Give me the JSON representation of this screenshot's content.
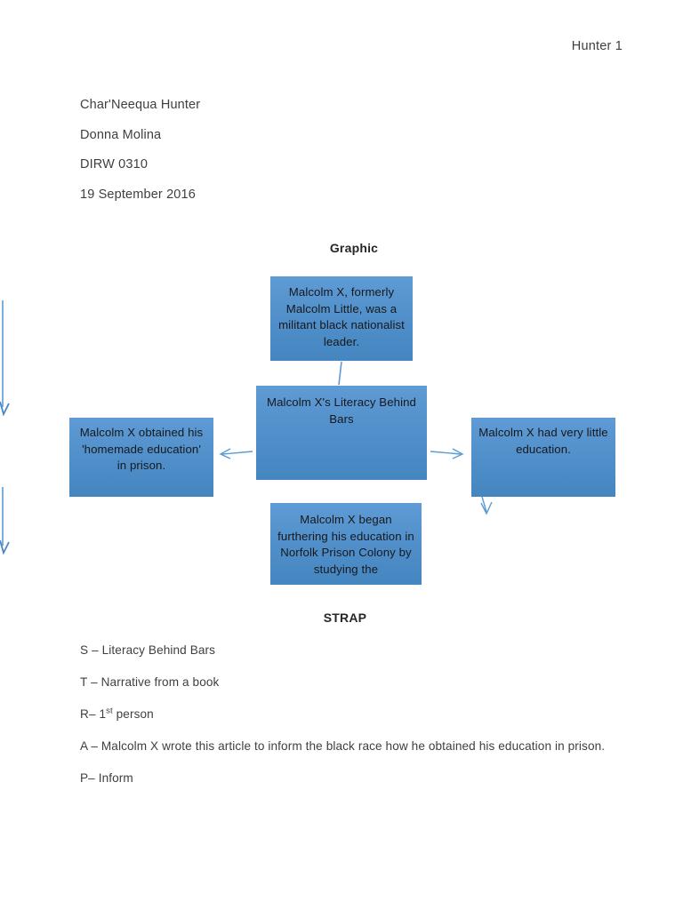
{
  "document": {
    "running_head": "Hunter 1",
    "heading_lines": [
      "Char'Neequa Hunter",
      "Donna Molina",
      "DIRW 0310",
      "19 September 2016"
    ]
  },
  "sections": {
    "graphic_title": "Graphic",
    "strap_title": "STRAP"
  },
  "diagram": {
    "center": "Malcolm X's Literacy Behind Bars",
    "top": "Malcolm X, formerly Malcolm Little, was a militant black nationalist leader.",
    "left": "Malcolm X obtained his 'homemade education' in prison.",
    "right": "Malcolm X had very little education.",
    "bottom": "Malcolm X began furthering his education in Norfolk Prison Colony by studying the",
    "accent_color": "#4f8ec9",
    "connector_color": "#5b9bd5"
  },
  "strap": {
    "items": [
      {
        "label": "S",
        "dash": "–",
        "text": "Literacy Behind Bars"
      },
      {
        "label": "T",
        "dash": "–",
        "text": "Narrative from a book"
      },
      {
        "label": "R",
        "dash": "–",
        "text": "person",
        "prefix": "1",
        "sup": "st"
      },
      {
        "label": "A",
        "dash": "–",
        "text": "Malcolm X wrote this article to inform the black race how he obtained his education in prison."
      },
      {
        "label": "P",
        "dash": "–",
        "text": "Inform"
      }
    ]
  }
}
